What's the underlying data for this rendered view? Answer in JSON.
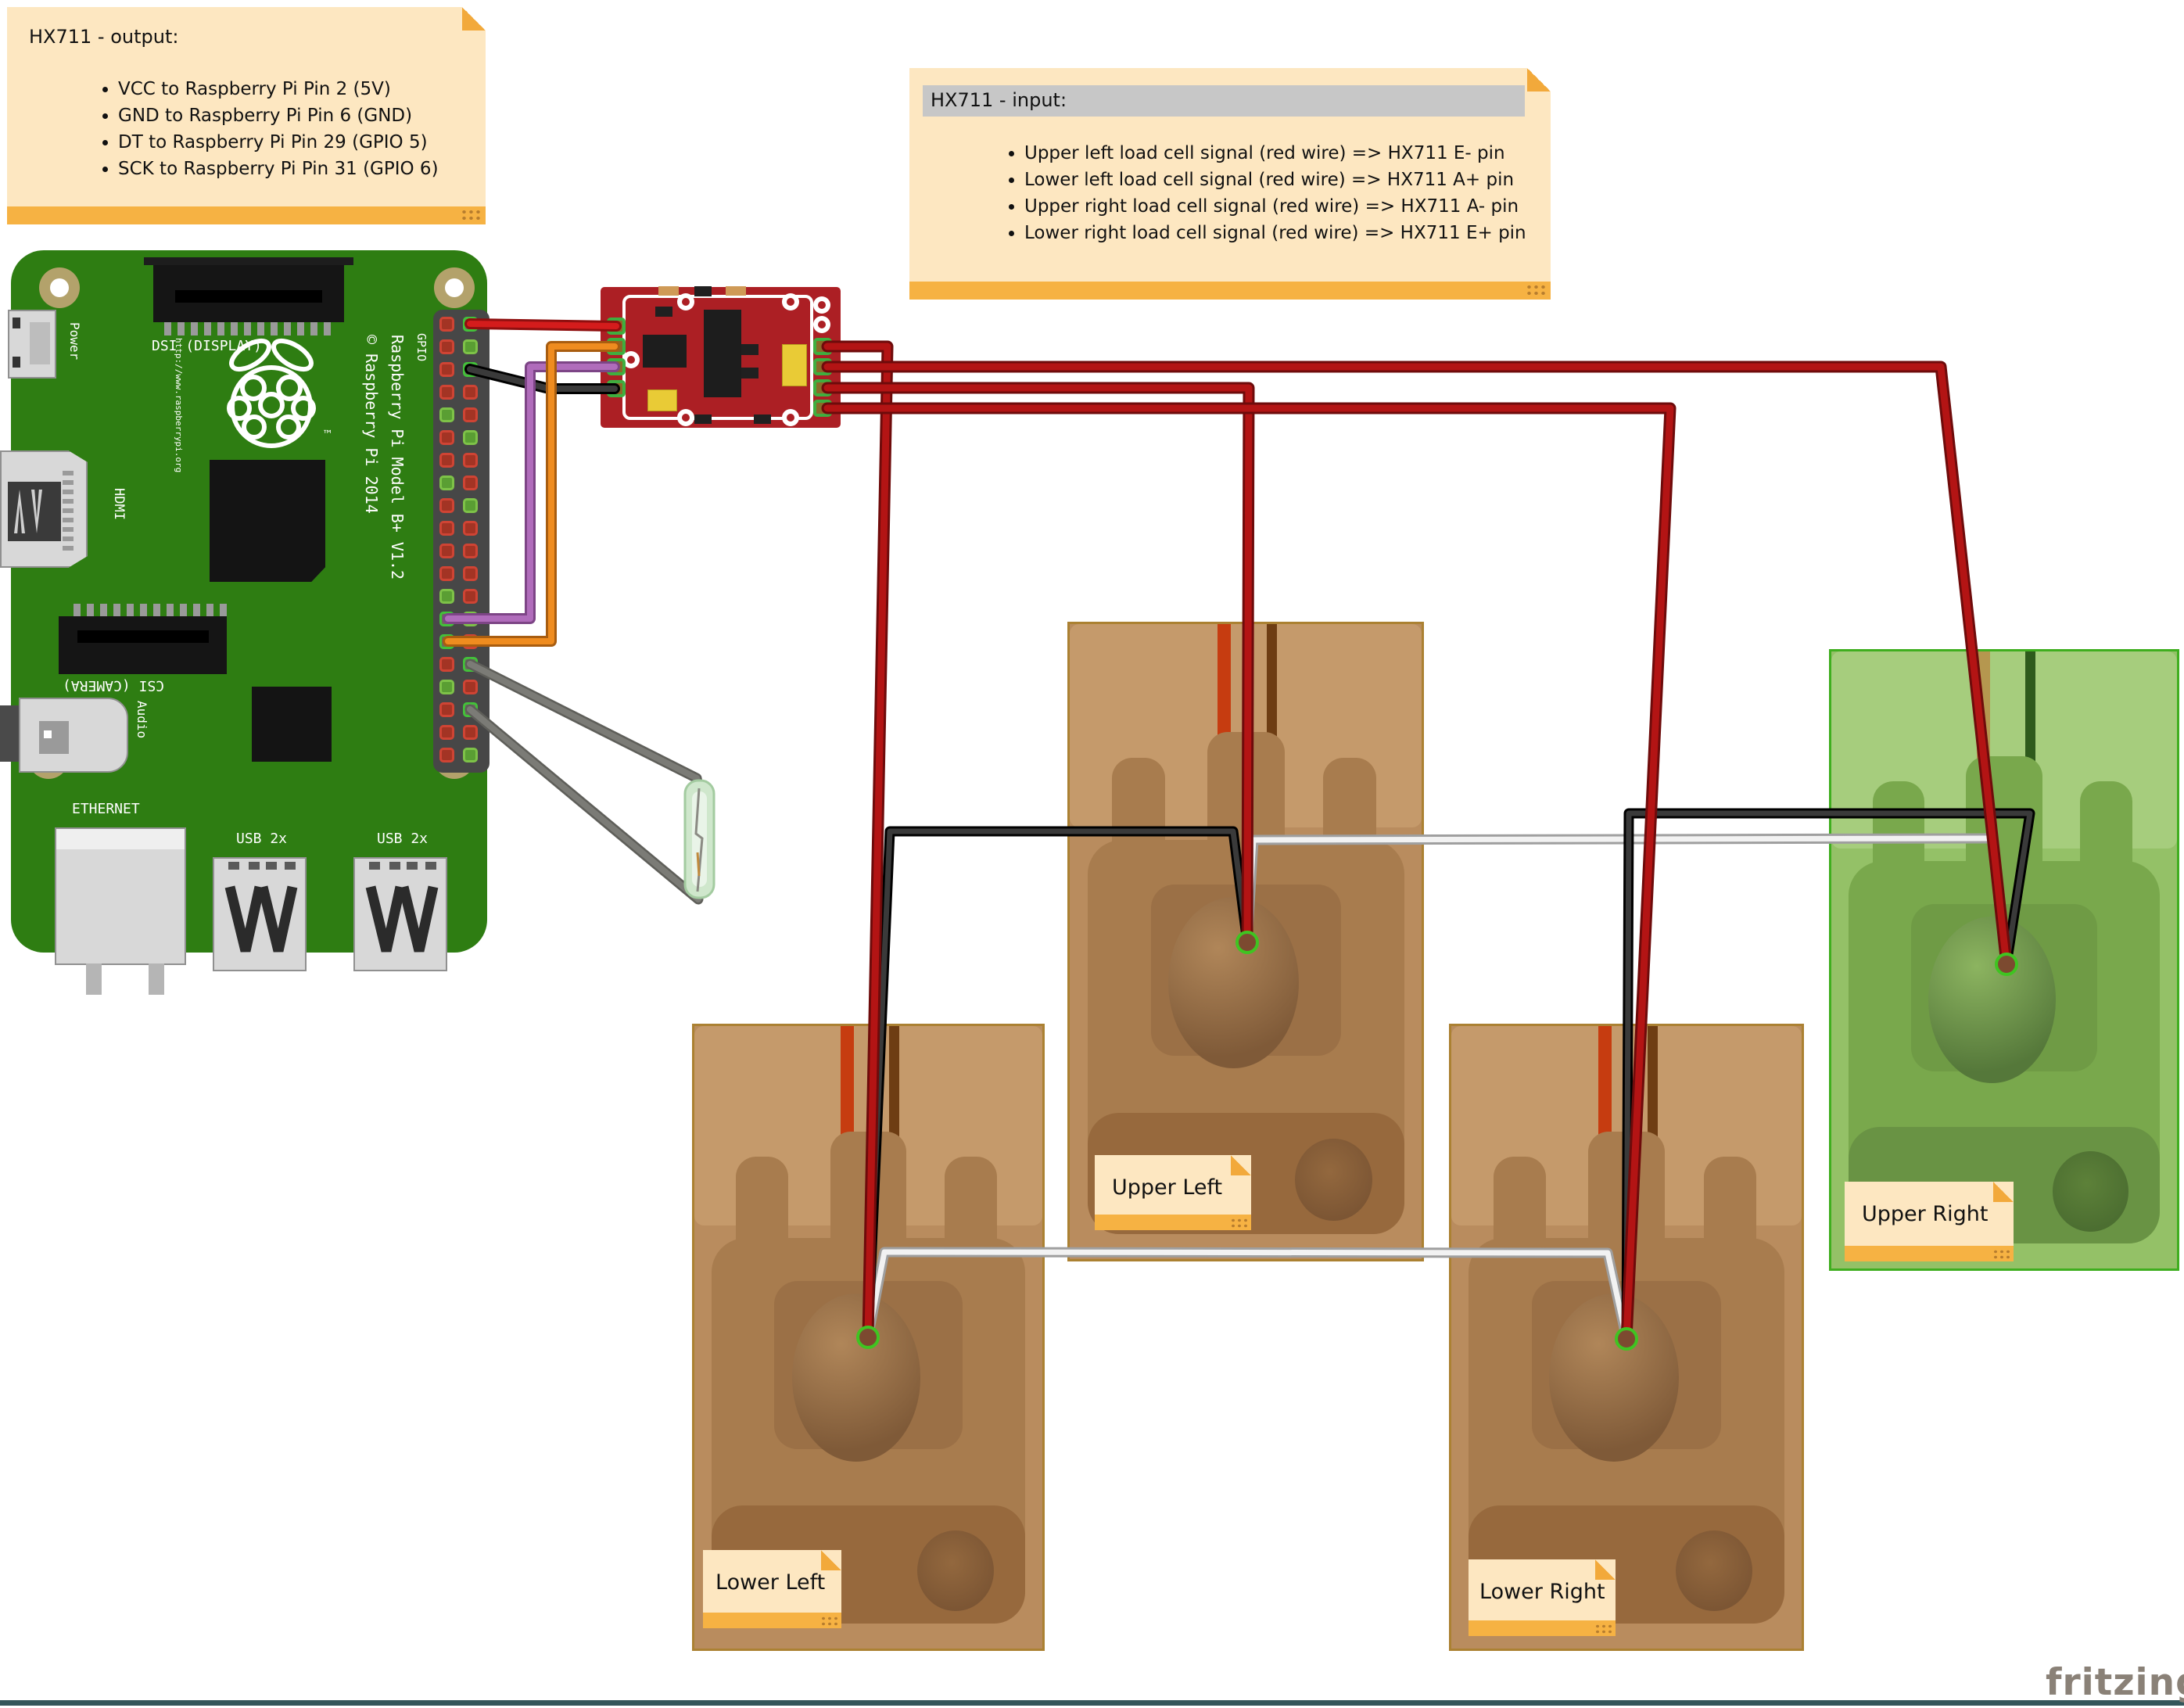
{
  "notes": {
    "output": {
      "title": "HX711 - output:",
      "bullets": [
        "VCC to Raspberry Pi Pin 2 (5V)",
        "GND to Raspberry Pi Pin 6 (GND)",
        "DT to Raspberry Pi Pin 29 (GPIO 5)",
        "SCK to Raspberry Pi Pin 31 (GPIO 6)"
      ]
    },
    "input": {
      "title": "HX711 - input:",
      "bullets": [
        "Upper left load cell signal (red wire) => HX711 E- pin",
        "Lower left load cell signal (red wire) => HX711 A+ pin",
        "Upper right load cell signal (red wire) => HX711 A- pin",
        "Lower right load cell signal (red wire) => HX711 E+ pin"
      ]
    }
  },
  "pi": {
    "labels": {
      "dsi": "DSI (DISPLAY)",
      "power": "Power",
      "hdmi": "HDMI",
      "csi": "CSI (CAMERA)",
      "audio": "Audio",
      "ethernet": "ETHERNET",
      "usb1": "USB 2x",
      "usb2": "USB 2x",
      "gpio": "GPIO",
      "model": "Raspberry Pi Model B+ V1.2",
      "copyright": "© Raspberry Pi 2014",
      "url": "http://www.raspberrypi.org"
    }
  },
  "load_cells": [
    {
      "id": "upper-left",
      "label": "Upper Left"
    },
    {
      "id": "upper-right",
      "label": "Upper Right"
    },
    {
      "id": "lower-left",
      "label": "Lower Left"
    },
    {
      "id": "lower-right",
      "label": "Lower Right"
    }
  ],
  "watermark": "fritzing",
  "colors": {
    "pcb_green": "#2e7d12",
    "hx711_red": "#ac1f24",
    "note_cream": "#fde7c1",
    "note_orange": "#f6b243",
    "title_highlight": "#c7c7c7",
    "signal_wire_red": "#b31414",
    "jumper_red": "#d41c1c",
    "jumper_black": "#3a3a3a",
    "jumper_purple": "#b06cbb",
    "jumper_orange": "#ef8c1f",
    "link_wire_white": "#f2f2f2",
    "reed_wire_gray": "#7b7b76",
    "cell_tan": "#b98c5e",
    "cell_green": "#94c167",
    "watermark_gray": "#8a8177",
    "bottom_rule": "#34565a"
  }
}
